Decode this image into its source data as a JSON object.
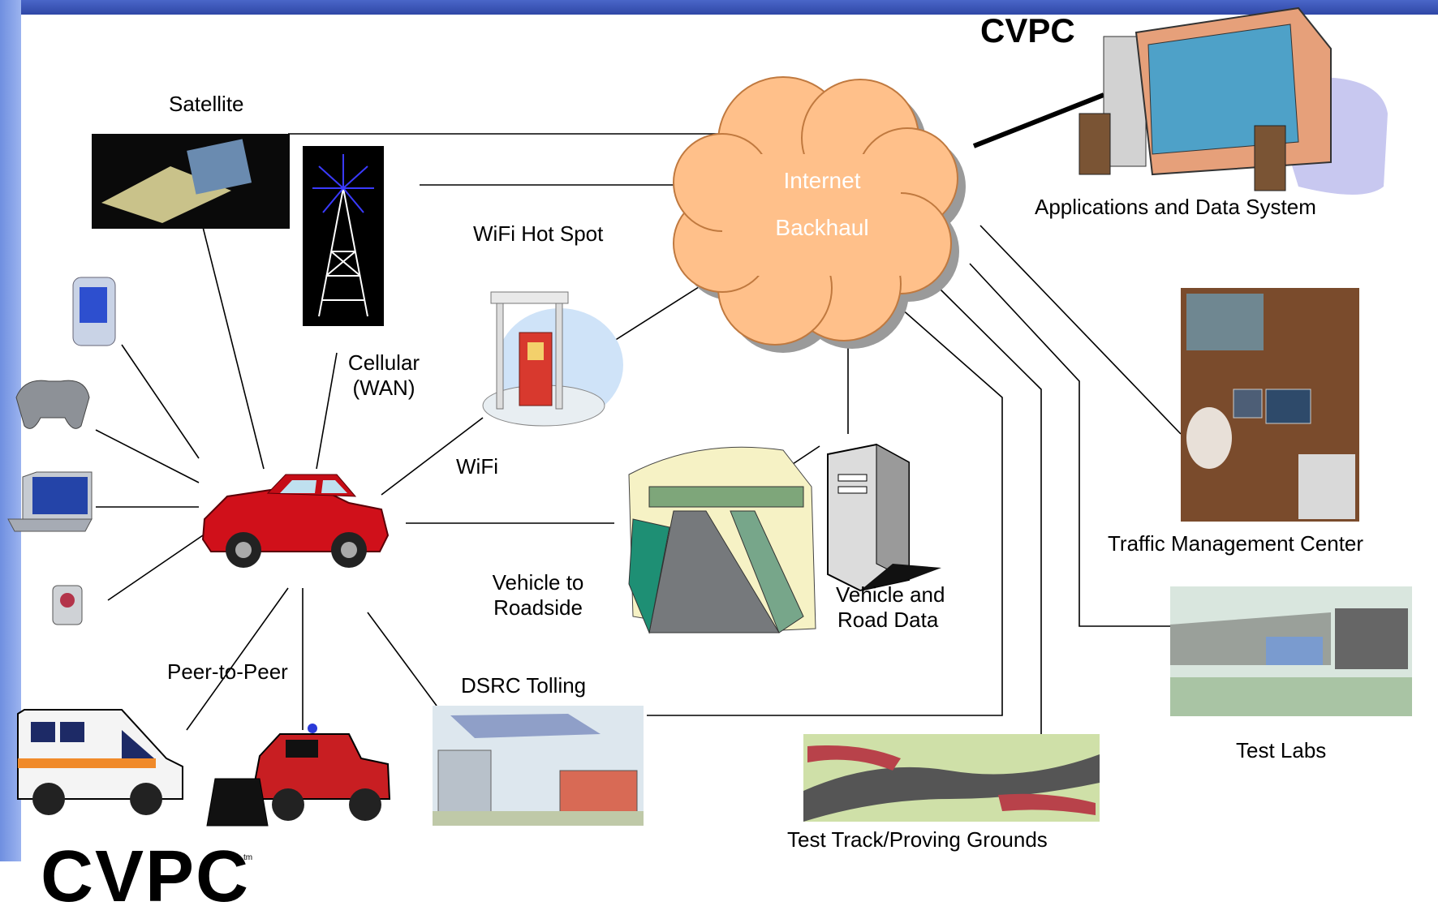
{
  "title": "CVPC",
  "cloud": {
    "line1": "Internet",
    "line2": "Backhaul"
  },
  "labels": {
    "satellite": "Satellite",
    "cellular_line1": "Cellular",
    "cellular_line2": "(WAN)",
    "wifi_hotspot": "WiFi Hot Spot",
    "wifi": "WiFi",
    "vehicle_roadside_line1": "Vehicle to",
    "vehicle_roadside_line2": "Roadside",
    "vehicle_road_data_line1": "Vehicle and",
    "vehicle_road_data_line2": "Road Data",
    "peer_to_peer": "Peer-to-Peer",
    "dsrc_tolling": "DSRC Tolling",
    "test_track": "Test Track/Proving Grounds",
    "apps_data": "Applications and Data System",
    "tmc": "Traffic Management Center",
    "test_labs": "Test Labs"
  },
  "logo": {
    "text": "CVPC",
    "tm": "tm"
  },
  "colors": {
    "cloud": "#FFC08A",
    "cloud_shadow": "#9a9a9a",
    "header": "#3a55b8",
    "sidebar": "#86a2e8"
  }
}
